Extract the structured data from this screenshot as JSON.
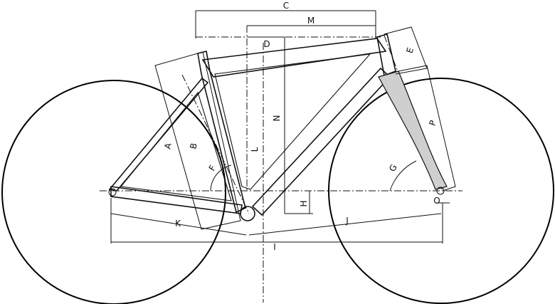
{
  "diagram": {
    "labels": {
      "A": "A",
      "B": "B",
      "C": "C",
      "D": "D",
      "E": "E",
      "F": "F",
      "G": "G",
      "H": "H",
      "I": "I",
      "J": "J",
      "K": "K",
      "L": "L",
      "M": "M",
      "N": "N",
      "O": "O",
      "P": "P"
    },
    "colors": {
      "line": "#111111",
      "fork_fill": "#cfcfcf",
      "background": "#ffffff"
    }
  }
}
